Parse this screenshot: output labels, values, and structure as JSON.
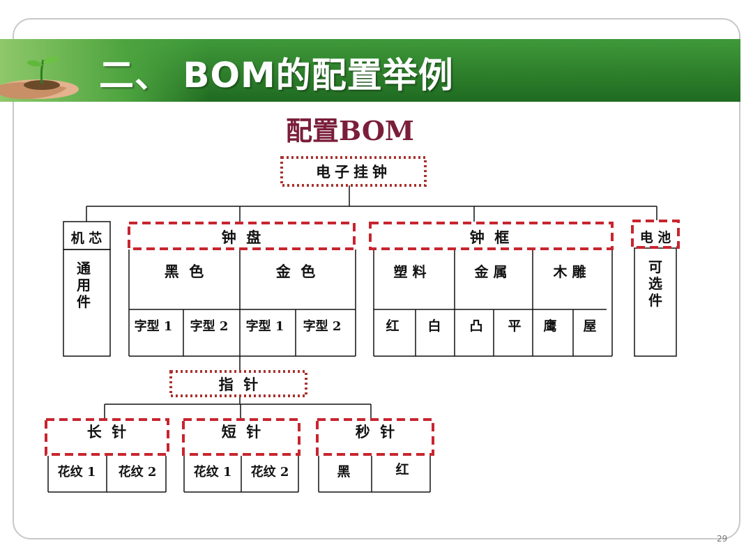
{
  "slide": {
    "title": "二、 BOM的配置举例",
    "subtitle": "配置BOM",
    "page_number": "29",
    "icon": "seedling-in-hand-icon",
    "colors": {
      "banner": "#2e7f2b",
      "subtitle": "#7a1e3a",
      "dash": "#c8252f",
      "dot": "#a8322e"
    }
  },
  "diagram": {
    "root": "电子挂钟",
    "mechanism": {
      "label": "机 芯",
      "note": "通用件"
    },
    "dial": {
      "label": "钟  盘",
      "black": {
        "label": "黑  色",
        "subs": [
          "字型 1",
          "字型 2"
        ]
      },
      "gold": {
        "label": "金  色",
        "subs": [
          "字型 1",
          "字型 2"
        ]
      }
    },
    "frame": {
      "label": "钟  框",
      "plastic": {
        "label": "塑 料",
        "subs": [
          "红",
          "白"
        ]
      },
      "metal": {
        "label": "金 属",
        "subs": [
          "凸",
          "平"
        ]
      },
      "wood": {
        "label": "木 雕",
        "subs": [
          "鹰",
          "屋"
        ]
      }
    },
    "battery": {
      "label": "电 池",
      "note": "可选件"
    },
    "hands": {
      "label": "指  针",
      "long": {
        "label": "长  针",
        "subs": [
          "花纹 1",
          "花纹 2"
        ]
      },
      "short": {
        "label": "短  针",
        "subs": [
          "花纹 1",
          "花纹 2"
        ]
      },
      "second": {
        "label": "秒  针",
        "subs": [
          "黑",
          "红"
        ]
      }
    }
  }
}
